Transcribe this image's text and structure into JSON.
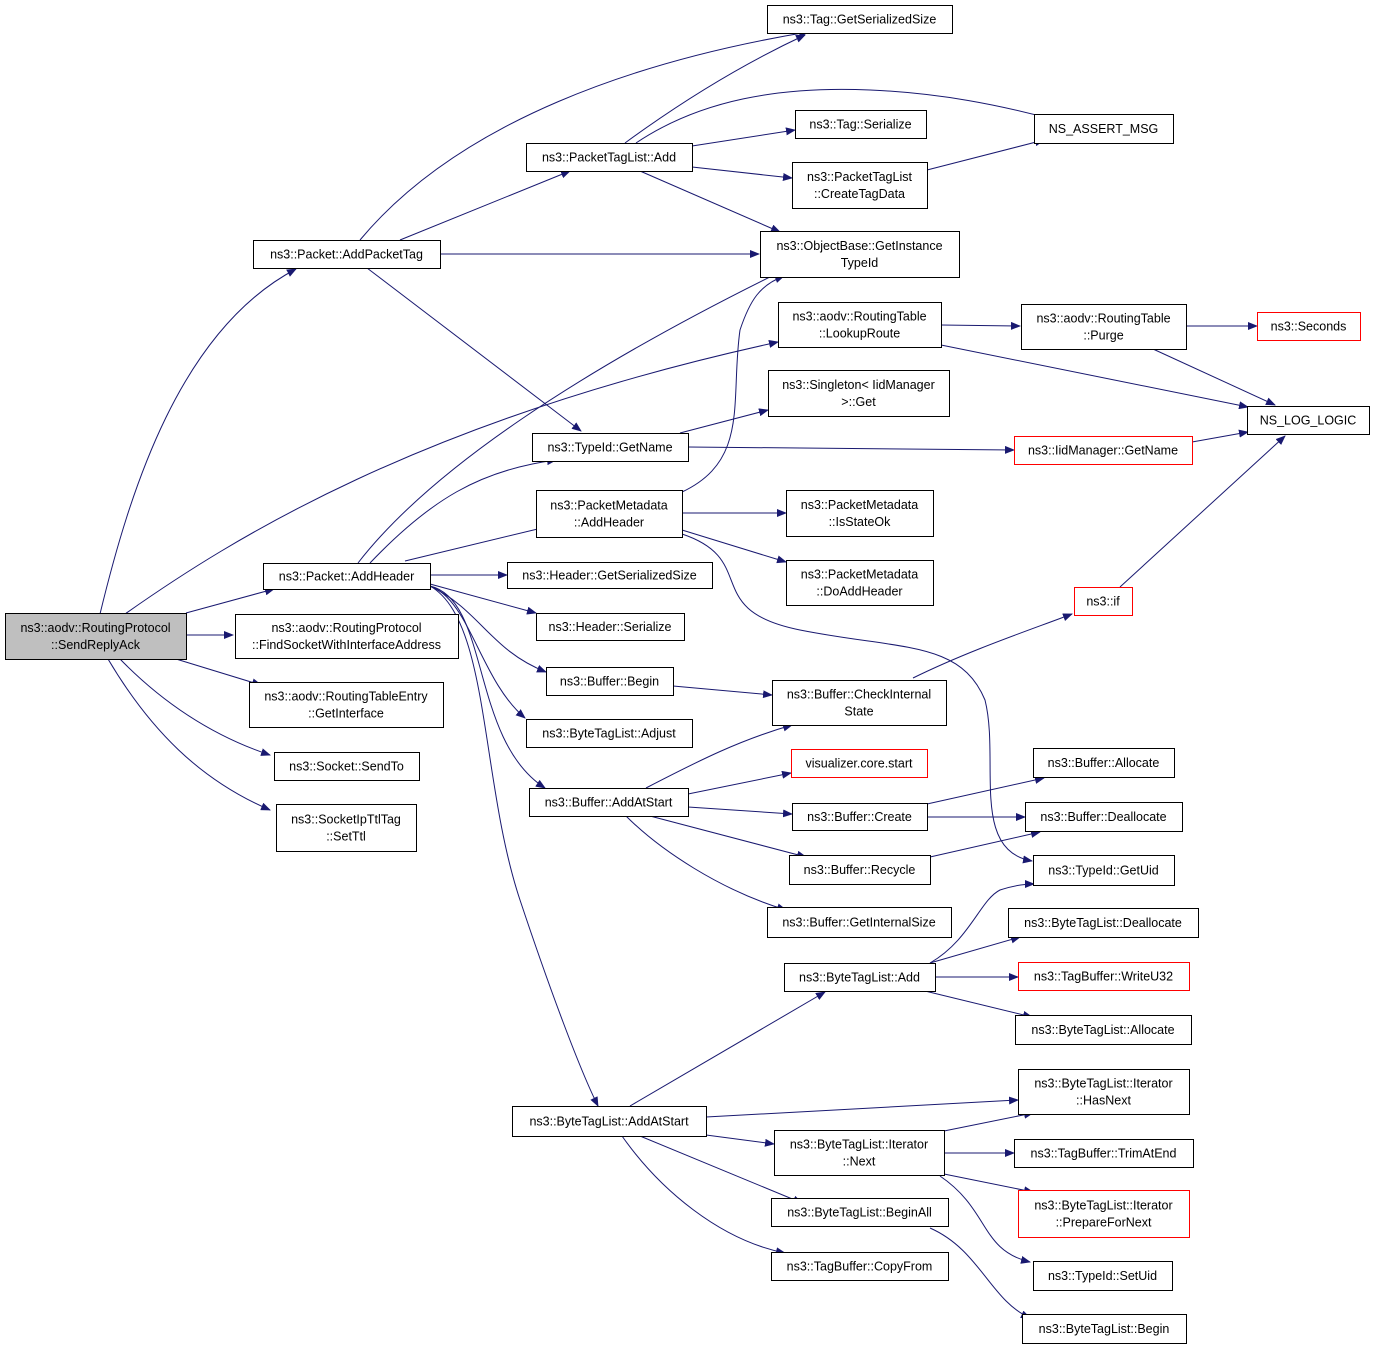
{
  "colors": {
    "edge": "#191970",
    "node_border": "#000000",
    "external_border": "#ff0000",
    "root_fill": "#bfbfbf"
  },
  "nodes": {
    "send_reply_ack": {
      "lines": [
        "ns3::aodv::RoutingProtocol",
        "::SendReplyAck"
      ]
    },
    "add_packet_tag": {
      "lines": [
        "ns3::Packet::AddPacketTag"
      ]
    },
    "add_header": {
      "lines": [
        "ns3::Packet::AddHeader"
      ]
    },
    "find_socket": {
      "lines": [
        "ns3::aodv::RoutingProtocol",
        "::FindSocketWithInterfaceAddress"
      ]
    },
    "get_interface": {
      "lines": [
        "ns3::aodv::RoutingTableEntry",
        "::GetInterface"
      ]
    },
    "socket_send_to": {
      "lines": [
        "ns3::Socket::SendTo"
      ]
    },
    "set_ttl": {
      "lines": [
        "ns3::SocketIpTtlTag",
        "::SetTtl"
      ]
    },
    "packet_tag_list_add": {
      "lines": [
        "ns3::PacketTagList::Add"
      ]
    },
    "typeid_get_name": {
      "lines": [
        "ns3::TypeId::GetName"
      ]
    },
    "pm_add_header": {
      "lines": [
        "ns3::PacketMetadata",
        "::AddHeader"
      ]
    },
    "header_get_serialized_size": {
      "lines": [
        "ns3::Header::GetSerializedSize"
      ]
    },
    "header_serialize": {
      "lines": [
        "ns3::Header::Serialize"
      ]
    },
    "buffer_begin": {
      "lines": [
        "ns3::Buffer::Begin"
      ]
    },
    "byte_tag_list_adjust": {
      "lines": [
        "ns3::ByteTagList::Adjust"
      ]
    },
    "buffer_add_at_start": {
      "lines": [
        "ns3::Buffer::AddAtStart"
      ]
    },
    "byte_tag_list_add_at_start": {
      "lines": [
        "ns3::ByteTagList::AddAtStart"
      ]
    },
    "tag_get_serialized_size": {
      "lines": [
        "ns3::Tag::GetSerializedSize"
      ]
    },
    "tag_serialize": {
      "lines": [
        "ns3::Tag::Serialize"
      ]
    },
    "create_tag_data": {
      "lines": [
        "ns3::PacketTagList",
        "::CreateTagData"
      ]
    },
    "get_instance_type_id": {
      "lines": [
        "ns3::ObjectBase::GetInstance",
        "TypeId"
      ]
    },
    "lookup_route": {
      "lines": [
        "ns3::aodv::RoutingTable",
        "::LookupRoute"
      ]
    },
    "singleton_get": {
      "lines": [
        "ns3::Singleton< IidManager",
        ">::Get"
      ]
    },
    "pm_is_state_ok": {
      "lines": [
        "ns3::PacketMetadata",
        "::IsStateOk"
      ]
    },
    "pm_do_add_header": {
      "lines": [
        "ns3::PacketMetadata",
        "::DoAddHeader"
      ]
    },
    "check_internal_state": {
      "lines": [
        "ns3::Buffer::CheckInternal",
        "State"
      ]
    },
    "visualizer_start": {
      "lines": [
        "visualizer.core.start"
      ]
    },
    "buffer_create": {
      "lines": [
        "ns3::Buffer::Create"
      ]
    },
    "buffer_recycle": {
      "lines": [
        "ns3::Buffer::Recycle"
      ]
    },
    "buffer_get_internal_size": {
      "lines": [
        "ns3::Buffer::GetInternalSize"
      ]
    },
    "byte_tag_list_add": {
      "lines": [
        "ns3::ByteTagList::Add"
      ]
    },
    "iterator_next": {
      "lines": [
        "ns3::ByteTagList::Iterator",
        "::Next"
      ]
    },
    "begin_all": {
      "lines": [
        "ns3::ByteTagList::BeginAll"
      ]
    },
    "tag_buffer_copy_from": {
      "lines": [
        "ns3::TagBuffer::CopyFrom"
      ]
    },
    "ns_assert_msg": {
      "lines": [
        "NS_ASSERT_MSG"
      ]
    },
    "routing_table_purge": {
      "lines": [
        "ns3::aodv::RoutingTable",
        "::Purge"
      ]
    },
    "iid_get_name": {
      "lines": [
        "ns3::IidManager::GetName"
      ]
    },
    "ns3_if": {
      "lines": [
        "ns3::if"
      ]
    },
    "buffer_allocate": {
      "lines": [
        "ns3::Buffer::Allocate"
      ]
    },
    "buffer_deallocate": {
      "lines": [
        "ns3::Buffer::Deallocate"
      ]
    },
    "typeid_get_uid": {
      "lines": [
        "ns3::TypeId::GetUid"
      ]
    },
    "btl_deallocate": {
      "lines": [
        "ns3::ByteTagList::Deallocate"
      ]
    },
    "write_u32": {
      "lines": [
        "ns3::TagBuffer::WriteU32"
      ]
    },
    "btl_allocate": {
      "lines": [
        "ns3::ByteTagList::Allocate"
      ]
    },
    "iterator_has_next": {
      "lines": [
        "ns3::ByteTagList::Iterator",
        "::HasNext"
      ]
    },
    "trim_at_end": {
      "lines": [
        "ns3::TagBuffer::TrimAtEnd"
      ]
    },
    "prepare_for_next": {
      "lines": [
        "ns3::ByteTagList::Iterator",
        "::PrepareForNext"
      ]
    },
    "typeid_set_uid": {
      "lines": [
        "ns3::TypeId::SetUid"
      ]
    },
    "btl_begin": {
      "lines": [
        "ns3::ByteTagList::Begin"
      ]
    },
    "seconds": {
      "lines": [
        "ns3::Seconds"
      ]
    },
    "ns_log_logic": {
      "lines": [
        "NS_LOG_LOGIC"
      ]
    }
  }
}
